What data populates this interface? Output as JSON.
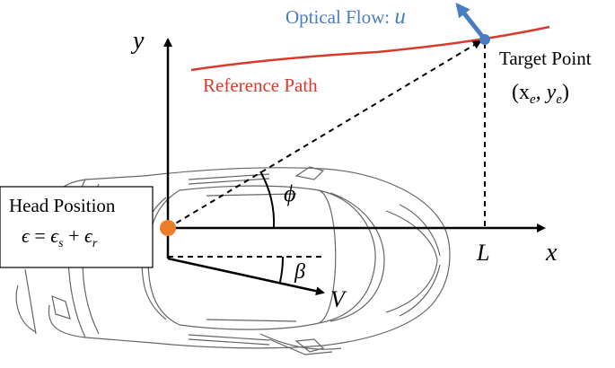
{
  "labels": {
    "optical_flow_prefix": "Optical Flow: ",
    "optical_flow_symbol": "u",
    "target_point": "Target Point",
    "target_coords": "(x",
    "target_coords_sub_e1": "e",
    "target_coords_mid": ", y",
    "target_coords_sub_e2": "e",
    "target_coords_close": ")",
    "reference_path": "Reference Path",
    "head_position_line1": "Head Position",
    "head_eq_eps": "ϵ",
    "head_eq_eq": " = ",
    "head_eq_eps_s": "ϵ",
    "head_eq_sub_s": "s",
    "head_eq_plus": " + ",
    "head_eq_eps_r": "ϵ",
    "head_eq_sub_r": "r",
    "axis_y": "y",
    "axis_x": "x",
    "axis_L": "L",
    "angle_phi": "ϕ",
    "angle_beta": "β",
    "velocity": "V"
  },
  "colors": {
    "reference_path": "#d93a2b",
    "optical_flow": "#4a7cc2",
    "head_dot": "#ee7d2b",
    "target_dot": "#4a7cc2",
    "ink": "#000000",
    "car_outline": "#555555"
  }
}
